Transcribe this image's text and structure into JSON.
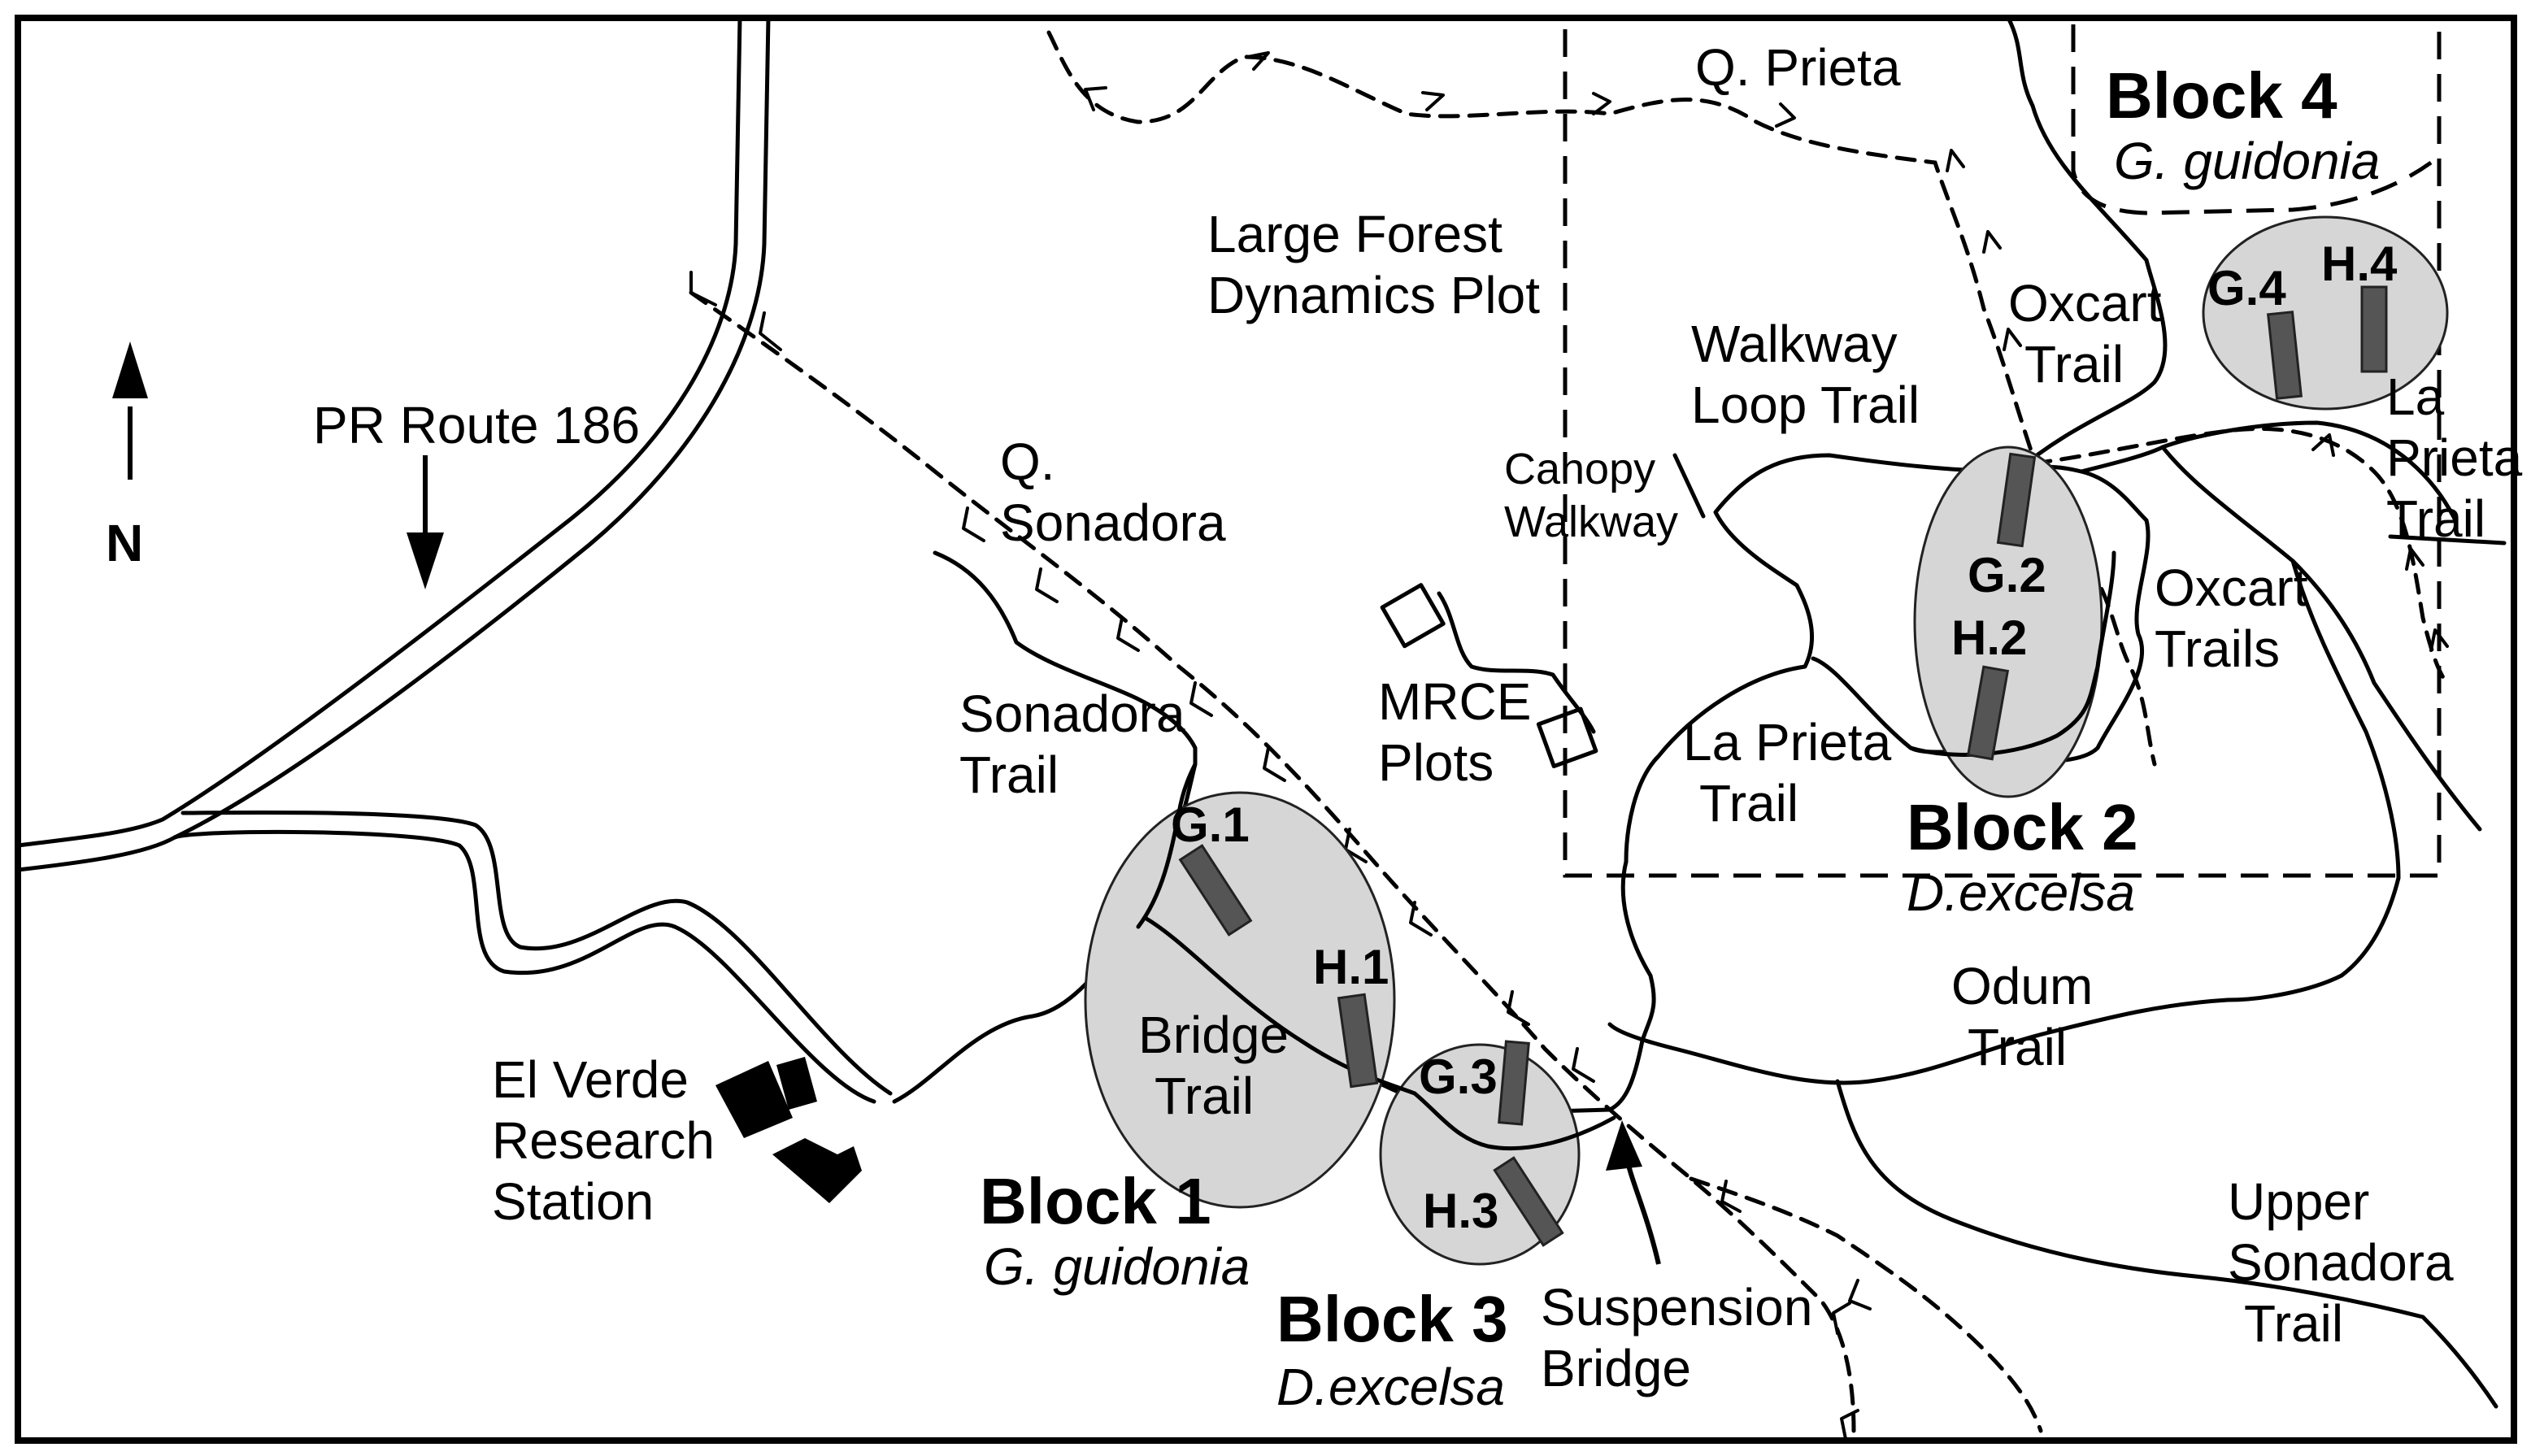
{
  "labels": {
    "route": "PR Route 186",
    "north": "N",
    "q_prieta": "Q. Prieta",
    "large_forest_1": "Large Forest",
    "large_forest_2": "Dynamics Plot",
    "q_sonadora_1": "Q.",
    "q_sonadora_2": "Sonadora",
    "walkway_loop_1": "Walkway",
    "walkway_loop_2": "Loop Trail",
    "canopy_1": "Canopy",
    "canopy_2": "Walkway",
    "oxcart_1": "Oxcart",
    "oxcart_2": "Trail",
    "la_prieta_right_1": "La",
    "la_prieta_right_2": "Prieta",
    "la_prieta_right_3": "Trail",
    "oxcart_trails_1": "Oxcart",
    "oxcart_trails_2": "Trails",
    "mrce_1": "MRCE",
    "mrce_2": "Plots",
    "la_prieta_1": "La Prieta",
    "la_prieta_2": "Trail",
    "sonadora_trail_1": "Sonadora",
    "sonadora_trail_2": "Trail",
    "bridge_trail_1": "Bridge",
    "bridge_trail_2": "Trail",
    "odum_1": "Odum",
    "odum_2": "Trail",
    "el_verde_1": "El Verde",
    "el_verde_2": "Research",
    "el_verde_3": "Station",
    "suspension_1": "Suspension",
    "suspension_2": "Bridge",
    "upper_sonadora_1": "Upper",
    "upper_sonadora_2": "Sonadora",
    "upper_sonadora_3": "Trail"
  },
  "blocks": [
    {
      "name": "Block 1",
      "species": "G. guidonia"
    },
    {
      "name": "Block 2",
      "species": "D.excelsa"
    },
    {
      "name": "Block 3",
      "species": "D.excelsa"
    },
    {
      "name": "Block 4",
      "species": "G. guidonia"
    }
  ],
  "plots": [
    "G.1",
    "H.1",
    "G.2",
    "H.2",
    "G.3",
    "H.3",
    "G.4",
    "H.4"
  ]
}
